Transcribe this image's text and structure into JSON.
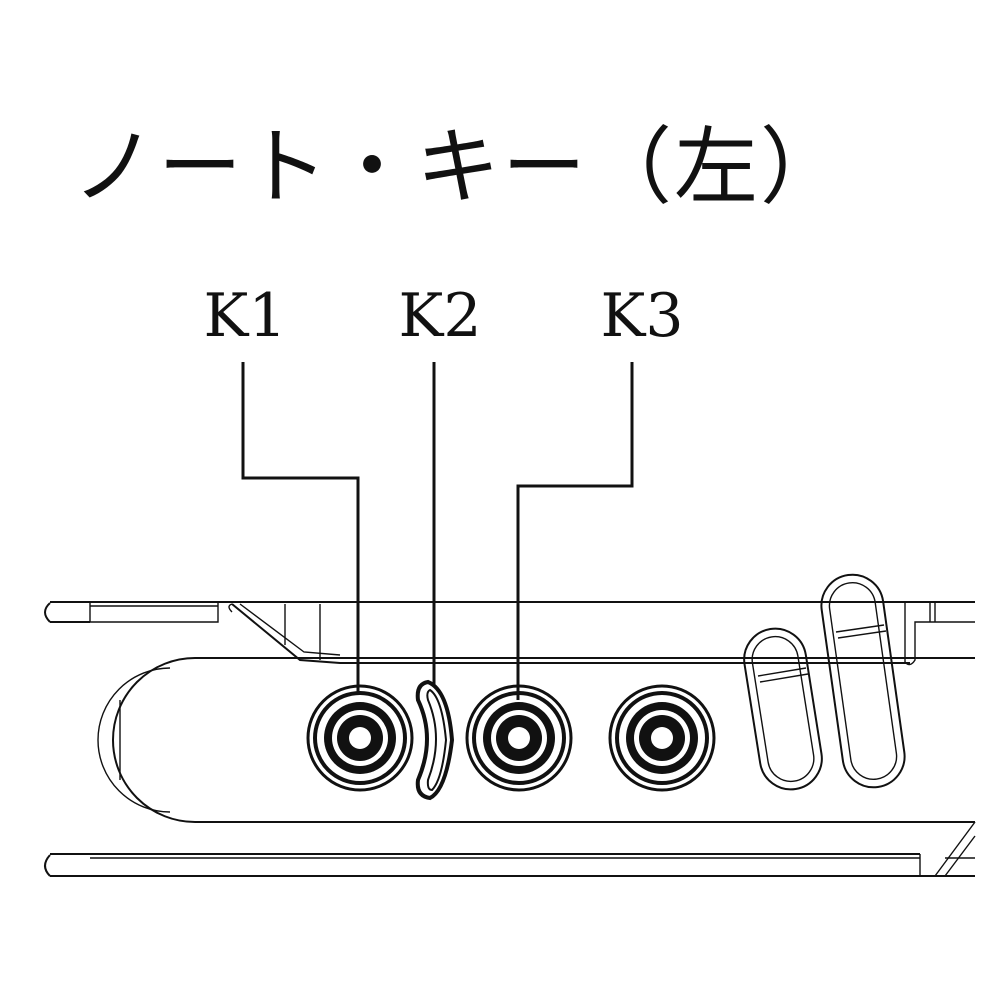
{
  "title": "ノート・キー（左）",
  "keys": [
    {
      "label": "K1"
    },
    {
      "label": "K2"
    },
    {
      "label": "K3"
    }
  ],
  "colors": {
    "ink": "#111111",
    "background": "#ffffff"
  }
}
